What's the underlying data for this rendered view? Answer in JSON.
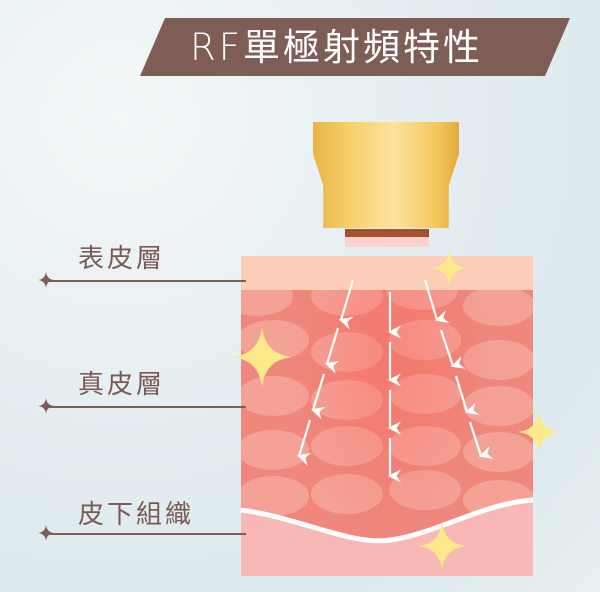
{
  "title": "RF單極射頻特性",
  "colors": {
    "banner": "#7f5d57",
    "label_text": "#7b5a55",
    "epidermis": "#fccdb7",
    "dermis": "#ef877c",
    "subcutaneous": "#f7b8b6",
    "device_gold": "#f7cf6a",
    "sparkle": "#fbe98a"
  },
  "device": {
    "icon": "rf-probe-icon"
  },
  "layers": [
    {
      "label": "表皮層",
      "marker_icon": "four-point-star-icon"
    },
    {
      "label": "真皮層",
      "marker_icon": "four-point-star-icon"
    },
    {
      "label": "皮下組織",
      "marker_icon": "four-point-star-icon"
    }
  ],
  "arrows": {
    "count": 3,
    "direction": "downward-diverging",
    "icon": "arrow-down-icon"
  },
  "decorations": {
    "sparkles": 4,
    "icon": "sparkle-icon"
  }
}
